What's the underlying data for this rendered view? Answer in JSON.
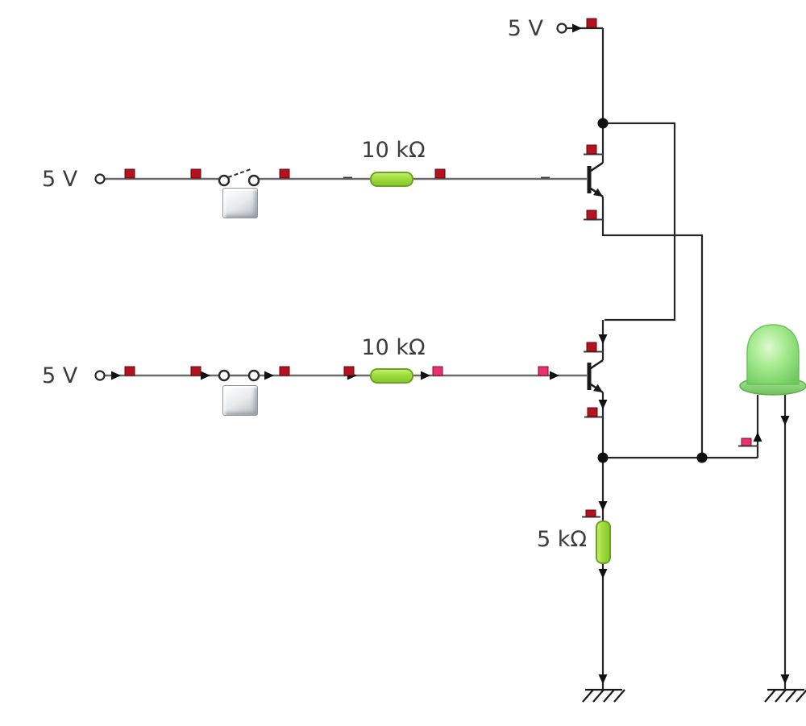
{
  "app": {
    "name": "circuit-simulator-canvas",
    "background": "#ffffff"
  },
  "labels": {
    "supply_top": "5 V",
    "input_a": "5 V",
    "input_b": "5 V",
    "resistor_a": "10 kΩ",
    "resistor_b": "10 kΩ",
    "emitter_resistor": "5 kΩ"
  },
  "colors": {
    "wire_gray": "#6b6b6b",
    "wire_dark": "#262626",
    "text": "#3d3d3d",
    "resistor_fill": "#9fdc3c",
    "resistor_border": "#69a226",
    "current_flag_red": "#b5121f",
    "current_flag_pink": "#e8326e",
    "led_body_green": "#8fe07c",
    "led_highlight": "#def9cf",
    "button_face": "#e7eaec"
  },
  "components": [
    {
      "name": "supply-top",
      "type": "voltage-source",
      "value": "5 V"
    },
    {
      "name": "input-a",
      "type": "voltage-source",
      "value": "5 V"
    },
    {
      "name": "input-b",
      "type": "voltage-source",
      "value": "5 V"
    },
    {
      "name": "switch-a",
      "type": "push-switch",
      "state": "open"
    },
    {
      "name": "switch-b",
      "type": "push-switch",
      "state": "closed"
    },
    {
      "name": "resistor-a",
      "type": "resistor",
      "value": "10 kΩ"
    },
    {
      "name": "resistor-b",
      "type": "resistor",
      "value": "10 kΩ"
    },
    {
      "name": "transistor-q1",
      "type": "npn-transistor"
    },
    {
      "name": "transistor-q2",
      "type": "npn-transistor"
    },
    {
      "name": "emitter-resistor",
      "type": "resistor",
      "value": "5 kΩ"
    },
    {
      "name": "led",
      "type": "led",
      "color": "green"
    },
    {
      "name": "ground-1",
      "type": "ground"
    },
    {
      "name": "ground-2",
      "type": "ground"
    }
  ]
}
